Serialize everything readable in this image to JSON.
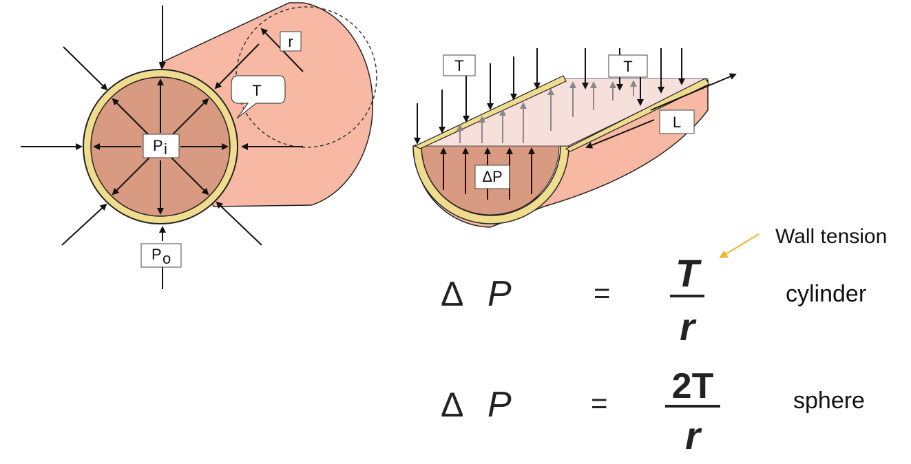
{
  "labels": {
    "radius": "r",
    "tension_cyl": "T",
    "inner_pressure": "P",
    "inner_pressure_sub": "i",
    "outer_pressure": "P",
    "outer_pressure_sub": "o",
    "tension_left": "T",
    "tension_right": "T",
    "length": "L",
    "delta_p": "ΔP"
  },
  "annotation": {
    "text": "Wall tension",
    "arrow_color": "#f0b429"
  },
  "equations": [
    {
      "lhs_delta": "Δ",
      "lhs_var": "P",
      "equals": "=",
      "numerator": "T",
      "denominator": "r",
      "shape": "cylinder"
    },
    {
      "lhs_delta": "Δ",
      "lhs_var": "P",
      "equals": "=",
      "numerator": "2T",
      "denominator": "r",
      "shape": "sphere"
    }
  ],
  "colors": {
    "vessel_body": "#f7b9a3",
    "vessel_interior": "#d89a80",
    "vessel_rim": "#f0dc8e",
    "vessel_outline": "#222222",
    "arrow": "#111111",
    "upward_arrow": "#888888"
  }
}
